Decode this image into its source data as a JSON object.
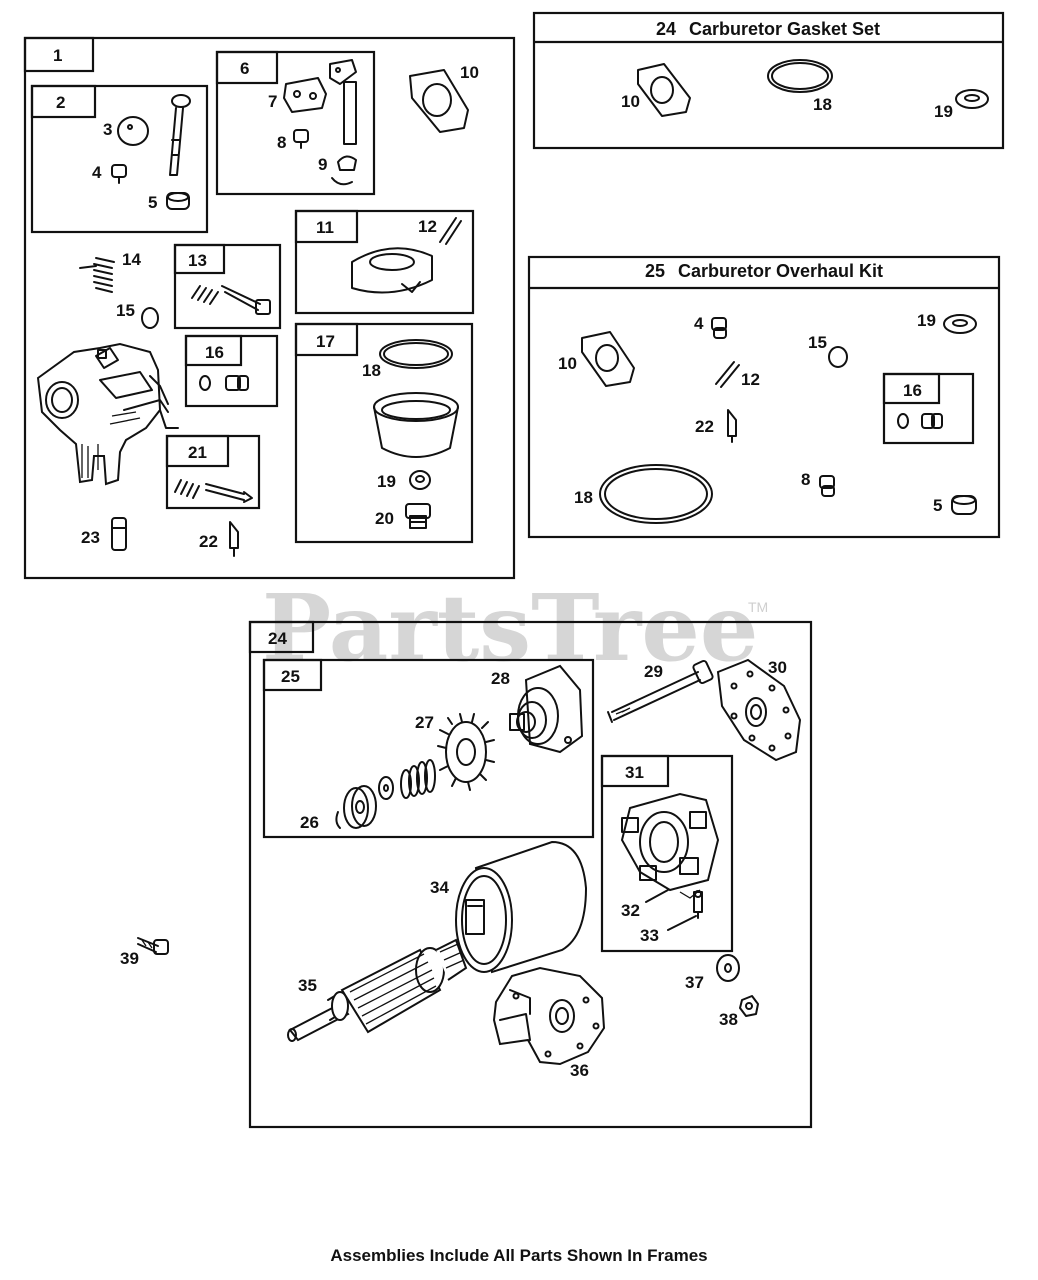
{
  "watermark": "PartsTree",
  "watermark_tm": "TM",
  "footer_note": "Assemblies Include All Parts Shown In Frames",
  "frames": {
    "carb_assembly": "1",
    "jet_kit": "2",
    "choke_kit": "6",
    "float_kit": "11",
    "screw_kit": "13",
    "plug_kit": "16",
    "bowl_kit": "17",
    "valve_kit": "21",
    "starter_motor": "24",
    "drive_kit": "25",
    "brush_kit": "31",
    "overhaul_plug_kit": "16"
  },
  "kits": {
    "gasket_set": {
      "number": "24",
      "title": "Carburetor Gasket Set"
    },
    "overhaul_kit": {
      "number": "25",
      "title": "Carburetor Overhaul Kit"
    }
  },
  "parts": {
    "p3": "3",
    "p4": "4",
    "p5": "5",
    "p7": "7",
    "p8": "8",
    "p9": "9",
    "p10": "10",
    "p12": "12",
    "p14": "14",
    "p15": "15",
    "p18": "18",
    "p19": "19",
    "p20": "20",
    "p22": "22",
    "p23": "23",
    "p26": "26",
    "p27": "27",
    "p28": "28",
    "p29": "29",
    "p30": "30",
    "p32": "32",
    "p33": "33",
    "p34": "34",
    "p35": "35",
    "p36": "36",
    "p37": "37",
    "p38": "38",
    "p39": "39"
  },
  "icons": [
    "carburetor-icon",
    "gasket-icon",
    "o-ring-icon",
    "washer-icon",
    "screw-icon",
    "spring-icon",
    "float-icon",
    "fuel-bowl-icon",
    "needle-valve-icon",
    "pinion-gear-icon",
    "end-cap-icon",
    "thru-bolt-icon",
    "brush-holder-icon",
    "motor-housing-icon",
    "armature-icon",
    "bracket-icon",
    "nut-icon"
  ]
}
